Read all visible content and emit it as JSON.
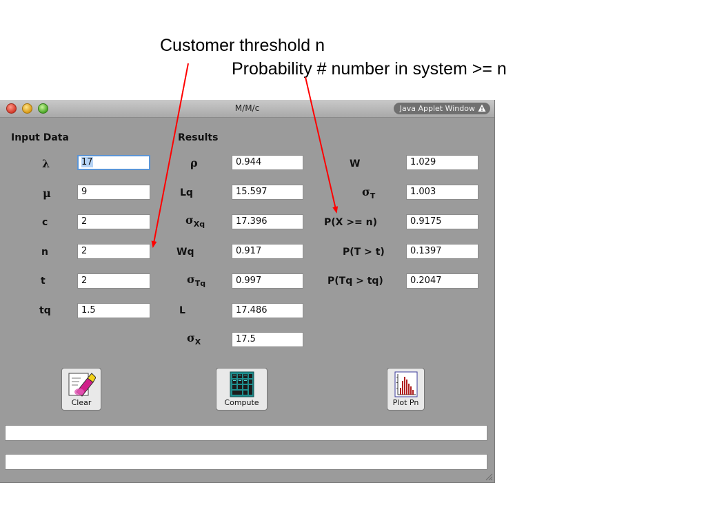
{
  "annotations": {
    "threshold": "Customer threshold n",
    "probability": "Probability # number in system >= n",
    "arrow_color": "#ff0000"
  },
  "window": {
    "title": "M/M/c",
    "applet_badge": "Java Applet Window",
    "badge_icon": "warning-icon"
  },
  "input": {
    "heading": "Input Data",
    "rows": [
      {
        "label": "λ",
        "value": "17"
      },
      {
        "label": "μ",
        "value": "9"
      },
      {
        "label": "c",
        "value": "2"
      },
      {
        "label": "n",
        "value": "2"
      },
      {
        "label": "t",
        "value": "2"
      },
      {
        "label": "tq",
        "value": "1.5"
      }
    ]
  },
  "results": {
    "heading": "Results",
    "col1": [
      {
        "label": "ρ",
        "value": "0.944"
      },
      {
        "label": "Lq",
        "value": "15.597"
      },
      {
        "label": "σ",
        "sub": "Xq",
        "value": "17.396"
      },
      {
        "label": "Wq",
        "value": "0.917"
      },
      {
        "label": "σ",
        "sub": "Tq",
        "value": "0.997"
      },
      {
        "label": "L",
        "value": "17.486"
      },
      {
        "label": "σ",
        "sub": "X",
        "value": "17.5"
      }
    ],
    "col2": [
      {
        "label": "W",
        "value": "1.029"
      },
      {
        "label": "σ",
        "sub": "T",
        "value": "1.003"
      },
      {
        "label": "P(X >= n)",
        "value": "0.9175"
      },
      {
        "label": "P(T > t)",
        "value": "0.1397"
      },
      {
        "label": "P(Tq > tq)",
        "value": "0.2047"
      }
    ]
  },
  "buttons": {
    "clear": "Clear",
    "compute": "Compute",
    "plot": "Plot Pn"
  },
  "status": {
    "line1": "",
    "line2": ""
  }
}
